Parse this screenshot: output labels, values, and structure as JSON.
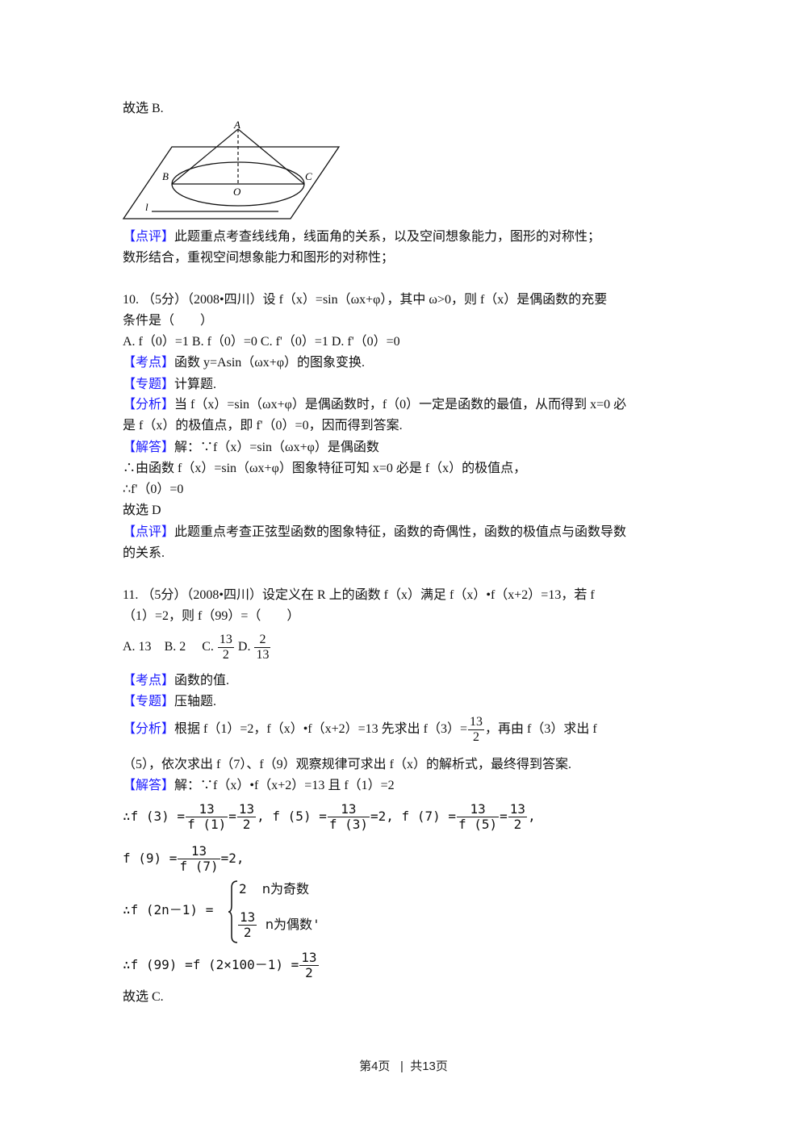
{
  "q9_tail": {
    "answer": "故选 B.",
    "figure": {
      "labels": [
        "A",
        "B",
        "C",
        "O",
        "l"
      ]
    },
    "comment_tag": "【点评】",
    "comment_line1": "此题重点考查线线角，线面角的关系，以及空间想象能力，图形的对称性；",
    "comment_line2": "数形结合，重视空间想象能力和图形的对称性；"
  },
  "q10": {
    "stem_line1": "10. （5分）（2008•四川）设 f（x）=sin（ωx+φ），其中 ω>0，则 f（x）是偶函数的充要",
    "stem_line2": "条件是（　　）",
    "options": "A. f（0）=1 B. f（0）=0 C. f'（0）=1 D. f'（0）=0",
    "kaodian_tag": "【考点】",
    "kaodian": "函数 y=Asin（ωx+φ）的图象变换.",
    "zhuanti_tag": "【专题】",
    "zhuanti": "计算题.",
    "fenxi_tag": "【分析】",
    "fenxi_line1": "当 f（x）=sin（ωx+φ）是偶函数时，f（0）一定是函数的最值，从而得到 x=0 必",
    "fenxi_line2": "是 f（x）的极值点，即 f'（0）=0，因而得到答案.",
    "jieda_tag": "【解答】",
    "jieda_line1": "解：∵f（x）=sin（ωx+φ）是偶函数",
    "jieda_line2": "∴由函数 f（x）=sin（ωx+φ）图象特征可知 x=0 必是 f（x）的极值点，",
    "jieda_line3": "∴f'（0）=0",
    "answer": "故选 D",
    "dianping_tag": "【点评】",
    "dianping_line1": "此题重点考查正弦型函数的图象特征，函数的奇偶性，函数的极值点与函数导数",
    "dianping_line2": "的关系."
  },
  "q11": {
    "stem_line1": "11. （5分）（2008•四川）设定义在 R 上的函数 f（x）满足 f（x）•f（x+2）=13，若 f",
    "stem_line2": "（1）=2，则 f（99）=（　　）",
    "options": {
      "a": "A. 13",
      "b": "B. 2",
      "c_label": "C.",
      "c_num": "13",
      "c_den": "2",
      "d_label": "D.",
      "d_num": "2",
      "d_den": "13"
    },
    "kaodian_tag": "【考点】",
    "kaodian": "函数的值.",
    "zhuanti_tag": "【专题】",
    "zhuanti": "压轴题.",
    "fenxi_tag": "【分析】",
    "fenxi_line1_a": "根据 f（1）=2，f（x）•f（x+2）=13 先求出 f（3）=",
    "fenxi_frac_num": "13",
    "fenxi_frac_den": "2",
    "fenxi_line1_b": "，再由 f（3）求出 f",
    "fenxi_line2": "（5），依次求出 f（7）、f（9）观察规律可求出 f（x）的解析式，最终得到答案.",
    "jieda_tag": "【解答】",
    "jieda_line1": "解：∵f（x）•f（x+2）=13 且 f（1）=2",
    "calc1": {
      "p1": "∴f (3) =",
      "f1_num": "13",
      "f1_den": "f (1)",
      "p2": "=",
      "f2_num": "13",
      "f2_den": "2",
      "p3": ", f (5) =",
      "f3_num": "13",
      "f3_den": "f (3)",
      "p4": "=2, f (7) =",
      "f4_num": "13",
      "f4_den": "f (5)",
      "p5": "=",
      "f5_num": "13",
      "f5_den": "2",
      "p6": ","
    },
    "calc2": {
      "p1": "f (9) =",
      "f_num": "13",
      "f_den": "f (7)",
      "p2": "=2,"
    },
    "piecewise": {
      "lhs": "∴f (2n－1) =",
      "case1_val": "2",
      "case1_cond": "n为奇数",
      "case2_num": "13",
      "case2_den": "2",
      "case2_cond": "n为偶数",
      "tail": "'"
    },
    "final": {
      "lhs": "∴f (99) =f (2×100－1) =",
      "num": "13",
      "den": "2"
    },
    "answer": "故选 C."
  },
  "footer": {
    "page": "第4页",
    "sep": "|",
    "total": "共13页"
  }
}
